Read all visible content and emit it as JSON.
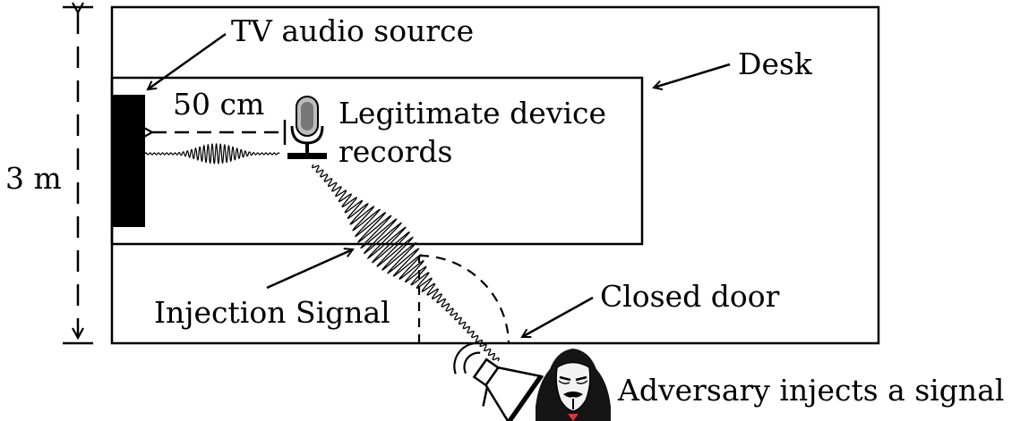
{
  "labels": {
    "tv_source": "TV audio source",
    "desk": "Desk",
    "distance": "50 cm",
    "device_line1": "Legitimate device",
    "device_line2": "records",
    "room_height": "3 m",
    "injection": "Injection Signal",
    "door": "Closed door",
    "adversary": "Adversary injects a signal"
  },
  "icons": {
    "microphone": "microphone-icon",
    "megaphone": "megaphone-icon",
    "adversary": "hooded-mask-icon"
  },
  "colors": {
    "line": "#000000",
    "mask": "#f2f2f2",
    "hood": "#151515"
  }
}
